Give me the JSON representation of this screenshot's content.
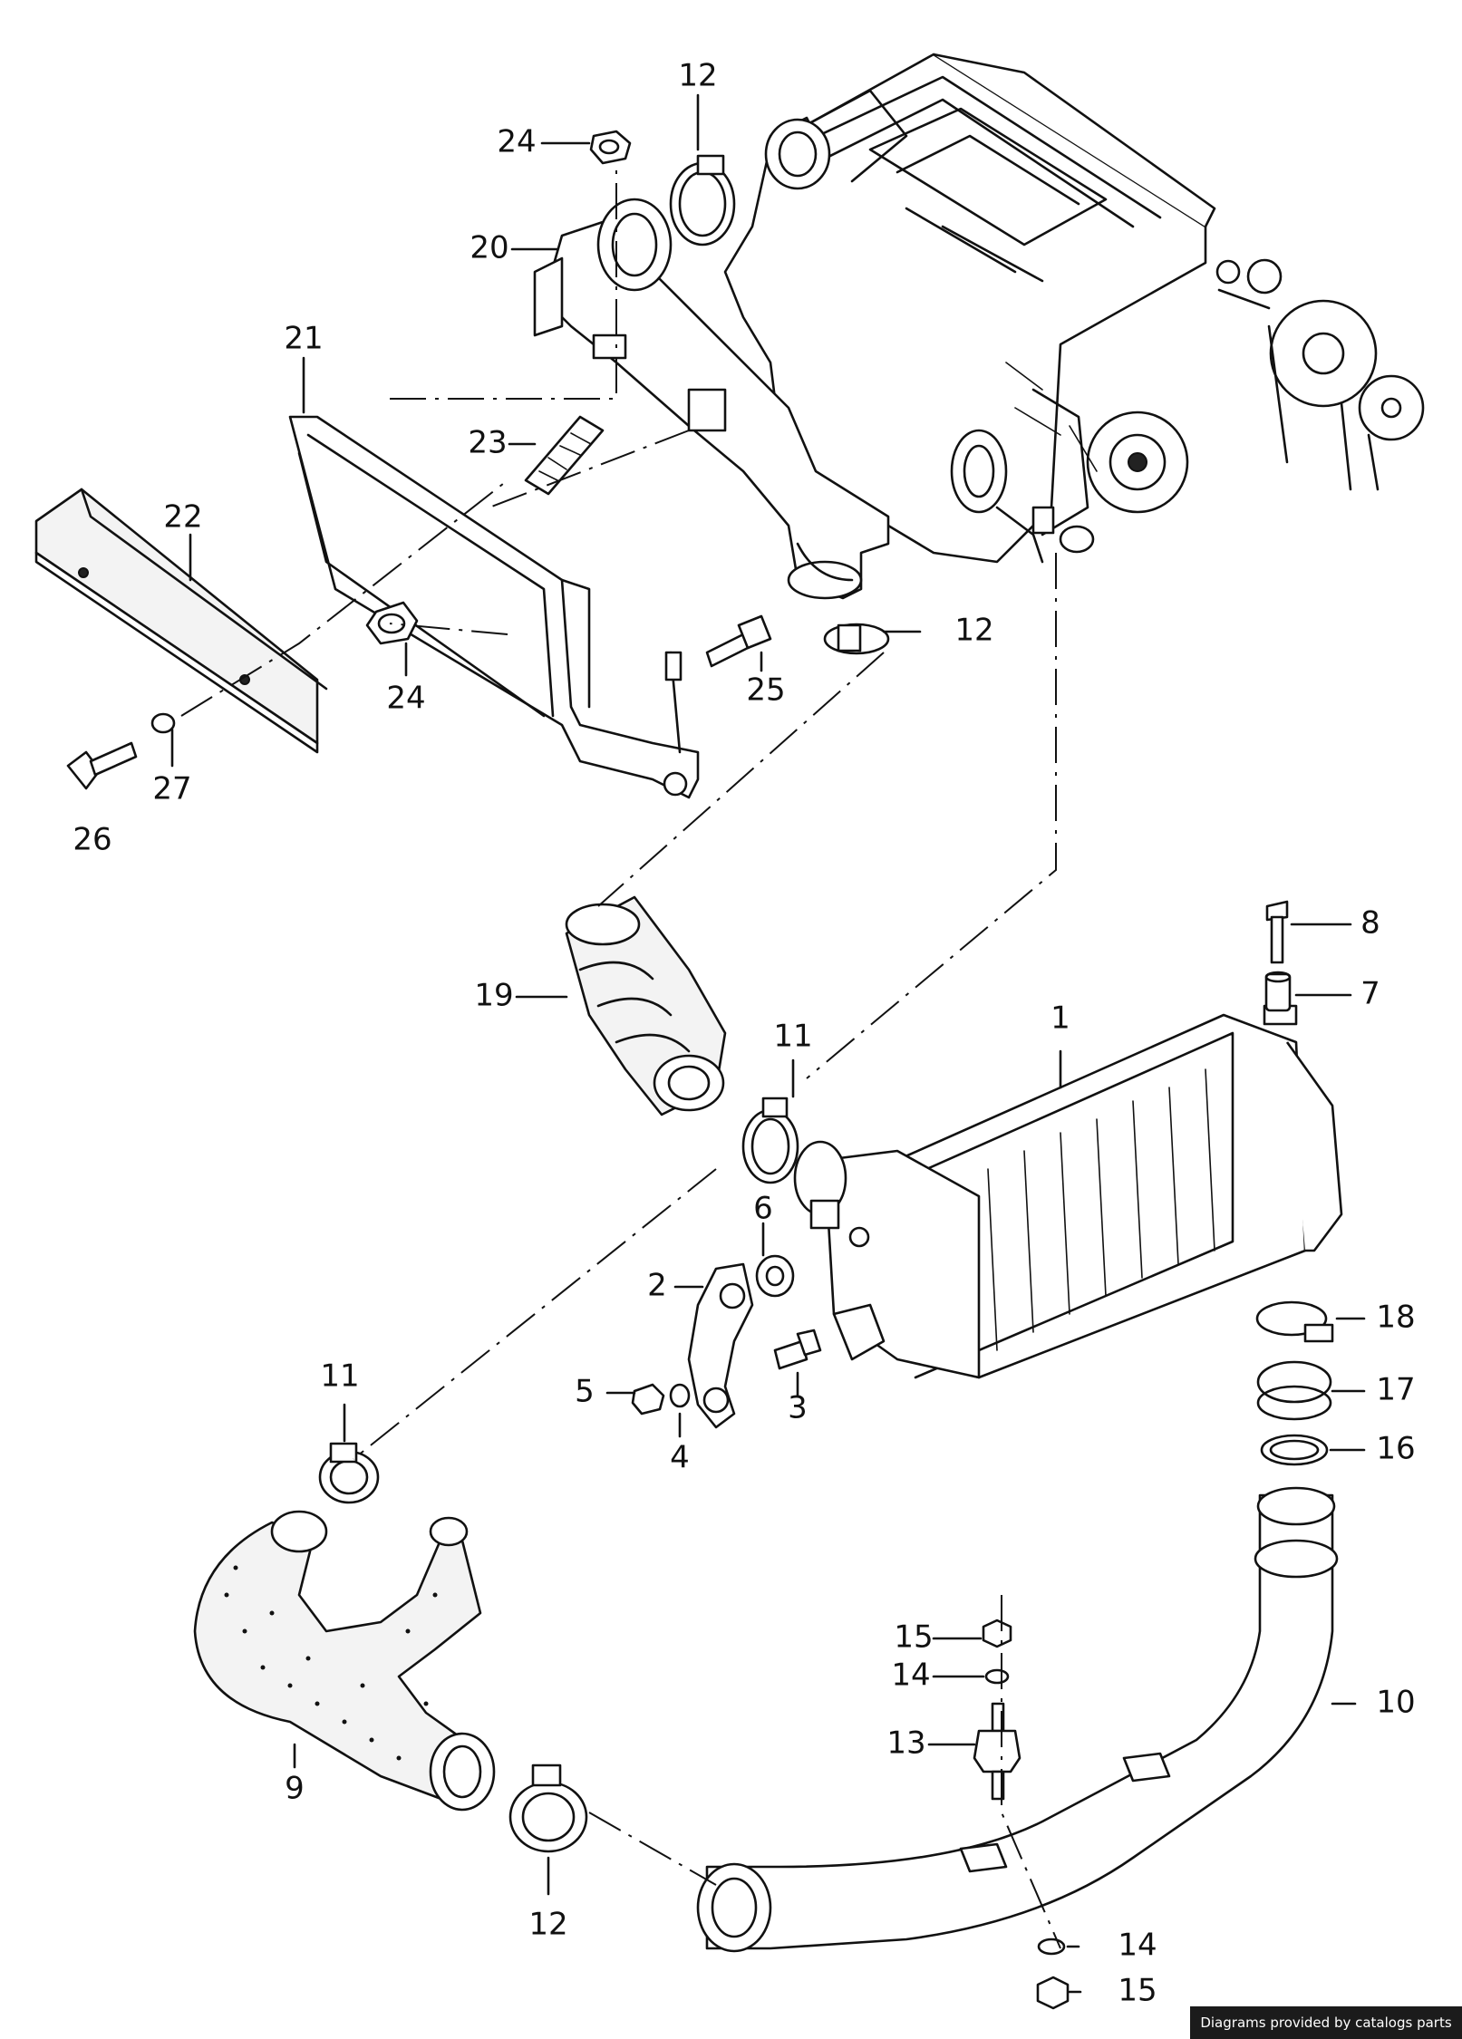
{
  "callouts": {
    "c1": "1",
    "c2": "2",
    "c3": "3",
    "c4": "4",
    "c5": "5",
    "c6": "6",
    "c7": "7",
    "c8": "8",
    "c9": "9",
    "c10": "10",
    "c11a": "11",
    "c11b": "11",
    "c12a": "12",
    "c12b": "12",
    "c12c": "12",
    "c13": "13",
    "c14a": "14",
    "c14b": "14",
    "c15a": "15",
    "c15b": "15",
    "c16": "16",
    "c17": "17",
    "c18": "18",
    "c19": "19",
    "c20": "20",
    "c21": "21",
    "c22": "22",
    "c23": "23",
    "c24a": "24",
    "c24b": "24",
    "c25": "25",
    "c26": "26",
    "c27": "27"
  },
  "credit": "Diagrams provided by catalogs parts"
}
